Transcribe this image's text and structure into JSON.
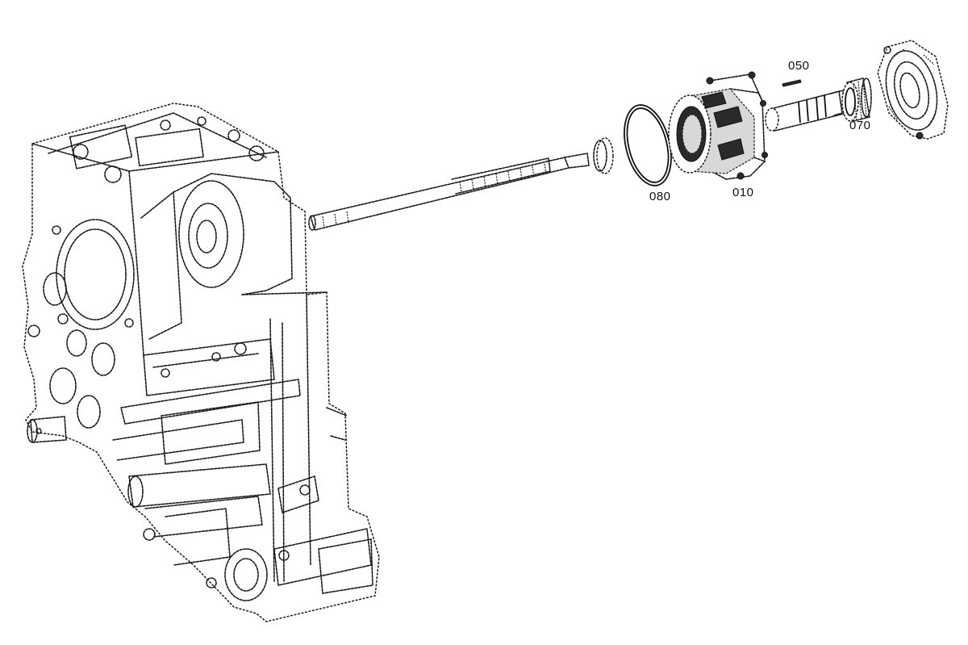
{
  "callouts": [
    {
      "id": "label-050",
      "text": "050"
    },
    {
      "id": "label-070",
      "text": "070"
    },
    {
      "id": "label-080",
      "text": "080"
    },
    {
      "id": "label-010",
      "text": "010"
    }
  ]
}
